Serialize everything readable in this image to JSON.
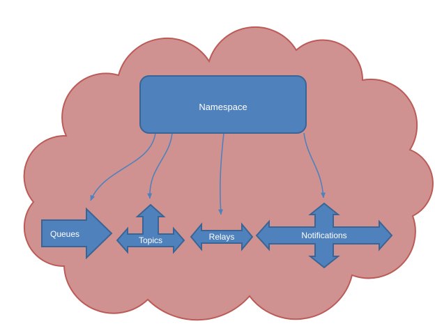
{
  "diagram": {
    "type": "cloud-architecture-diagram",
    "colors": {
      "cloud_fill": "#d09290",
      "cloud_border": "#bb5a57",
      "shape_fill": "#4f81bd",
      "shape_border": "#3a6493",
      "connector": "#4f81bd",
      "label_text": "#ffffff",
      "background": "#ffffff"
    },
    "nodes": {
      "namespace": {
        "label": "Namespace",
        "shape": "rounded-rectangle"
      },
      "queues": {
        "label": "Queues",
        "shape": "right-arrow"
      },
      "topics": {
        "label": "Topics",
        "shape": "up-left-right-arrow"
      },
      "relays": {
        "label": "Relays",
        "shape": "left-right-arrow"
      },
      "notifications": {
        "label": "Notifications",
        "shape": "four-way-arrow"
      }
    },
    "connections": [
      {
        "from": "Namespace",
        "to": "Queues"
      },
      {
        "from": "Namespace",
        "to": "Topics"
      },
      {
        "from": "Namespace",
        "to": "Relays"
      },
      {
        "from": "Namespace",
        "to": "Notifications"
      }
    ]
  }
}
